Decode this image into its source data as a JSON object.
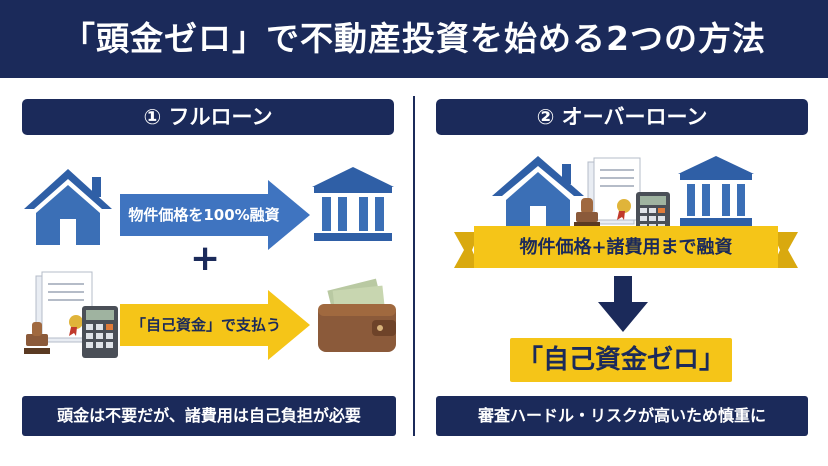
{
  "title": "「頭金ゼロ」で不動産投資を始める2つの方法",
  "left": {
    "heading": "① フルローン",
    "arrow_top": "物件価格を100%融資",
    "arrow_bottom": "「自己資金」で支払う",
    "plus": "+",
    "footer": "頭金は不要だが、諸費用は自己負担が必要"
  },
  "right": {
    "heading": "② オーバーローン",
    "ribbon": "物件価格+諸費用まで融資",
    "result": "「自己資金ゼロ」",
    "footer": "審査ハードル・リスクが高いため慎重に"
  },
  "colors": {
    "navy": "#1b2a5a",
    "blue": "#3b6fb6",
    "gold": "#f5c518"
  },
  "icons": [
    "house-icon",
    "bank-icon",
    "documents-icon",
    "calculator-icon",
    "stamp-icon",
    "wallet-icon",
    "down-arrow-icon"
  ]
}
